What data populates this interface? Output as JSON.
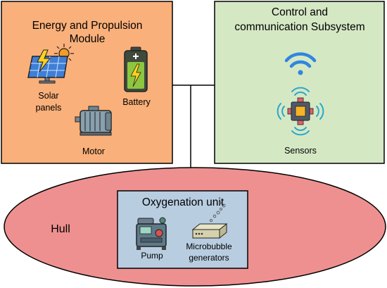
{
  "modules": {
    "energy": {
      "title_line1": "Energy and Propulsion",
      "title_line2": "Module",
      "solar_line1": "Solar",
      "solar_line2": "panels",
      "battery": "Battery",
      "motor": "Motor",
      "fill_color": "#f9b07a"
    },
    "control": {
      "title_line1": "Control and",
      "title_line2": "communication Subsystem",
      "sensors": "Sensors",
      "fill_color": "#d5e8c4"
    },
    "hull": {
      "label": "Hull",
      "fill_color": "#ef9090"
    },
    "oxygenation": {
      "title": "Oxygenation unit",
      "pump": "Pump",
      "generators_line1": "Microbubble",
      "generators_line2": "generators",
      "fill_color": "#b8cde0"
    }
  },
  "icons": {
    "solar": "solar-panel-icon",
    "sun": "sun-icon",
    "battery": "battery-icon",
    "motor": "electric-motor-icon",
    "wifi": "wifi-icon",
    "sensor": "sensor-chip-icon",
    "pump": "pump-icon",
    "microbubble": "microbubble-generator-icon"
  }
}
